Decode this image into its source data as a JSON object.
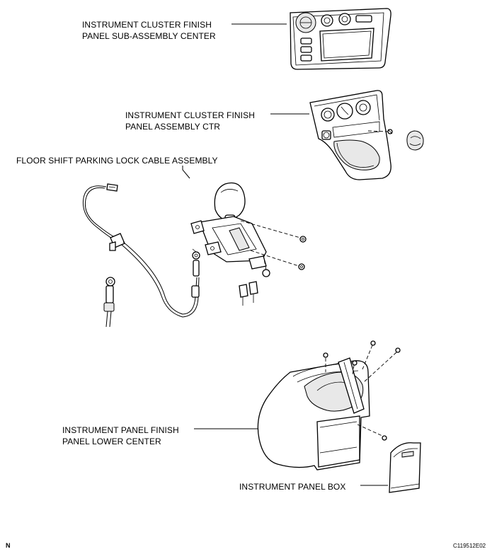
{
  "labels": {
    "sub_assembly_center": [
      "INSTRUMENT CLUSTER FINISH",
      "PANEL SUB-ASSEMBLY CENTER"
    ],
    "assembly_ctr": [
      "INSTRUMENT CLUSTER FINISH",
      "PANEL ASSEMBLY CTR"
    ],
    "parking_lock_cable": "FLOOR SHIFT PARKING LOCK CABLE ASSEMBLY",
    "lower_center": [
      "INSTRUMENT PANEL FINISH",
      "PANEL LOWER CENTER"
    ],
    "panel_box": "INSTRUMENT PANEL BOX"
  },
  "footer": {
    "corner_mark": "N",
    "figure_code": "C119512E02"
  }
}
